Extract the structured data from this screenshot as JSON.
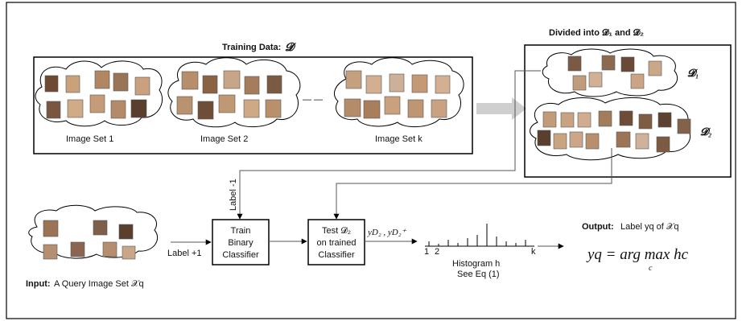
{
  "training": {
    "title": "Training Data:",
    "title_symbol": "𝓓",
    "set_labels": [
      "Image Set 1",
      "Image Set 2",
      "Image Set k"
    ],
    "ellipsis": "— —"
  },
  "divided": {
    "title": "Divided into 𝓓₁ and 𝓓₂",
    "d1": "𝓓₁",
    "d2": "𝓓₂"
  },
  "query": {
    "caption_bold": "Input:",
    "caption": "A Query Image Set 𝒳q"
  },
  "edges": {
    "label_minus": "Label -1",
    "label_plus": "Label +1",
    "scores": "yD₂ , yD₂⁺"
  },
  "train_box": {
    "lines": [
      "Train",
      "Binary",
      "Classifier"
    ]
  },
  "test_box": {
    "lines": [
      "Test 𝓓₂",
      "on trained",
      "Classifier"
    ]
  },
  "histogram": {
    "caption": "Histogram h",
    "ref": "See Eq (1)",
    "ticks": [
      "1",
      "2",
      "k"
    ]
  },
  "output": {
    "caption_bold": "Output:",
    "caption": "Label yq of 𝒳q",
    "formula": "yq = arg max hc",
    "formula_sub": "c"
  },
  "colors": {
    "stroke": "#000000",
    "arrow_gray": "#cfcfcf",
    "line_gray": "#555555"
  }
}
